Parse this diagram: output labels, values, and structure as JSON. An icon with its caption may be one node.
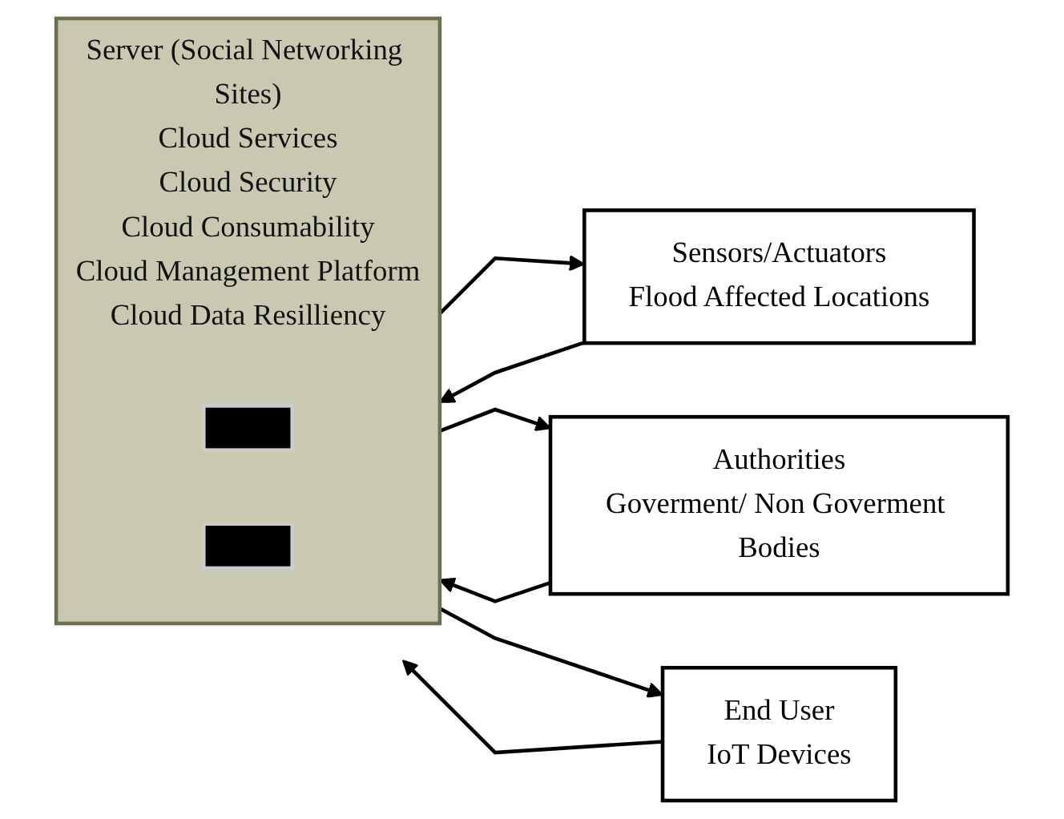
{
  "diagram": {
    "nodes": [
      {
        "text": [
          "Server (Social Networking Sites)",
          "Cloud Services",
          "Cloud Security",
          "Cloud Consumability",
          "Cloud Management Platform",
          "Cloud Data Resilliency"
        ]
      },
      {
        "text": [],
        "shape": "box",
        "in": 0
      },
      {
        "text": [],
        "shape": "box",
        "in": 0
      },
      {
        "text": [
          "Sensors/Actuators",
          "Flood Affected Locations"
        ]
      },
      {
        "text": [
          "Authorities",
          "Goverment/ Non Goverment Bodies"
        ]
      },
      {
        "text": [
          "End User",
          "IoT Devices"
        ]
      }
    ],
    "edges": [
      {
        "from": 3,
        "to": 0,
        "arrow": "to"
      },
      {
        "from": 0,
        "to": 3,
        "arrow": "to"
      },
      {
        "from": 0,
        "to": 4,
        "arrow": "to"
      },
      {
        "from": 4,
        "to": 0,
        "arrow": "to"
      },
      {
        "from": 0,
        "to": 5,
        "arrow": "to"
      },
      {
        "from": 5,
        "to": 0,
        "arrow": "to"
      }
    ]
  }
}
